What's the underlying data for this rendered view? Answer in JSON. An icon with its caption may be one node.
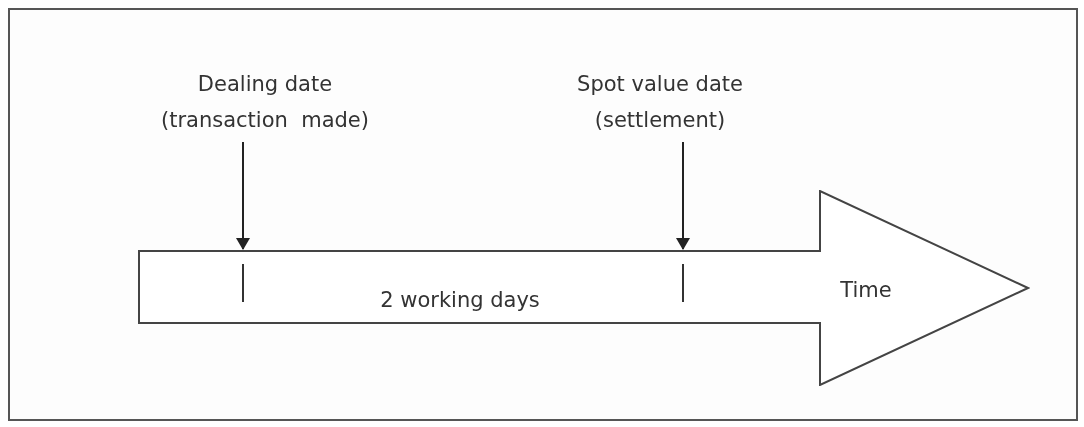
{
  "diagram": {
    "nodes": [
      {
        "text": [
          "Dealing date",
          "(transaction  made)"
        ]
      },
      {
        "text": [
          "Spot value date",
          "(settlement)"
        ]
      },
      {
        "text": [
          "2 working days",
          "Time"
        ]
      }
    ],
    "edges": [
      {
        "from": 0,
        "to": 2,
        "arrow": "to"
      },
      {
        "from": 1,
        "to": 2,
        "arrow": "to"
      }
    ]
  }
}
